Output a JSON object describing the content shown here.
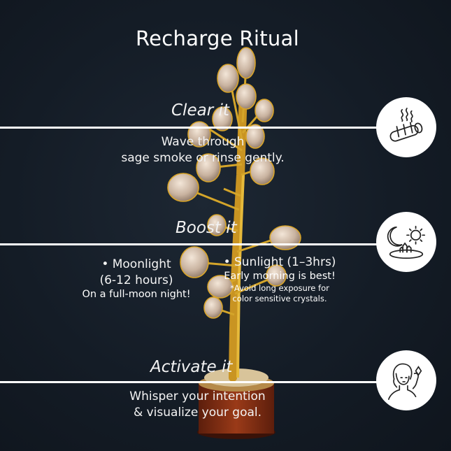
{
  "title": "Recharge Ritual",
  "steps": {
    "clear": {
      "heading": "Clear it",
      "line1": "Wave through",
      "line2": "sage smoke or rinse gently.",
      "icon": "sage-bundle-icon"
    },
    "boost": {
      "heading": "Boost it",
      "moonlight": {
        "label": "• Moonlight",
        "hours": "(6-12 hours)",
        "note": "On a full-moon night!"
      },
      "sunlight": {
        "label": "• Sunlight (1–3hrs)",
        "note": "Early morning is best!",
        "warning1": "*Avoid long exposure for",
        "warning2": "color sensitive crystals."
      },
      "icon": "moon-sun-crystal-icon"
    },
    "activate": {
      "heading": "Activate it",
      "line1": "Whisper your intention",
      "line2": "& visualize your goal.",
      "icon": "woman-whispering-icon"
    }
  },
  "colors": {
    "background": "#141c26",
    "text": "#ffffff",
    "gold": "#d4a52a",
    "base": "#8a2e12"
  }
}
